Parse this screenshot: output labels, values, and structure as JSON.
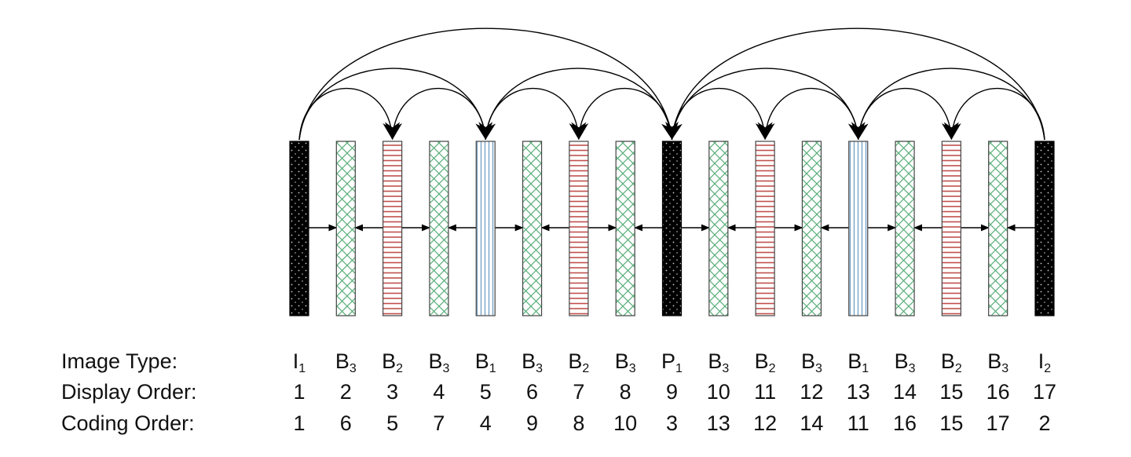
{
  "rows": {
    "image_type_label": "Image Type:",
    "display_order_label": "Display Order:",
    "coding_order_label": "Coding Order:"
  },
  "frames": [
    {
      "type": "I",
      "sub": "1",
      "display": "1",
      "coding": "1",
      "kind": "anchor"
    },
    {
      "type": "B",
      "sub": "3",
      "display": "2",
      "coding": "6",
      "kind": "b3"
    },
    {
      "type": "B",
      "sub": "2",
      "display": "3",
      "coding": "5",
      "kind": "b2"
    },
    {
      "type": "B",
      "sub": "3",
      "display": "4",
      "coding": "7",
      "kind": "b3"
    },
    {
      "type": "B",
      "sub": "1",
      "display": "5",
      "coding": "4",
      "kind": "b1"
    },
    {
      "type": "B",
      "sub": "3",
      "display": "6",
      "coding": "9",
      "kind": "b3"
    },
    {
      "type": "B",
      "sub": "2",
      "display": "7",
      "coding": "8",
      "kind": "b2"
    },
    {
      "type": "B",
      "sub": "3",
      "display": "8",
      "coding": "10",
      "kind": "b3"
    },
    {
      "type": "P",
      "sub": "1",
      "display": "9",
      "coding": "3",
      "kind": "anchor"
    },
    {
      "type": "B",
      "sub": "3",
      "display": "10",
      "coding": "13",
      "kind": "b3"
    },
    {
      "type": "B",
      "sub": "2",
      "display": "11",
      "coding": "12",
      "kind": "b2"
    },
    {
      "type": "B",
      "sub": "3",
      "display": "12",
      "coding": "14",
      "kind": "b3"
    },
    {
      "type": "B",
      "sub": "1",
      "display": "13",
      "coding": "11",
      "kind": "b1"
    },
    {
      "type": "B",
      "sub": "3",
      "display": "14",
      "coding": "16",
      "kind": "b3"
    },
    {
      "type": "B",
      "sub": "2",
      "display": "15",
      "coding": "15",
      "kind": "b2"
    },
    {
      "type": "B",
      "sub": "3",
      "display": "16",
      "coding": "17",
      "kind": "b3"
    },
    {
      "type": "I",
      "sub": "2",
      "display": "17",
      "coding": "2",
      "kind": "anchor"
    }
  ],
  "references": [
    {
      "from": 0,
      "to": 8
    },
    {
      "from": 0,
      "to": 4
    },
    {
      "from": 0,
      "to": 2
    },
    {
      "from": 4,
      "to": 2
    },
    {
      "from": 4,
      "to": 6
    },
    {
      "from": 8,
      "to": 6
    },
    {
      "from": 8,
      "to": 4
    },
    {
      "from": 16,
      "to": 8
    },
    {
      "from": 8,
      "to": 12
    },
    {
      "from": 8,
      "to": 10
    },
    {
      "from": 12,
      "to": 10
    },
    {
      "from": 12,
      "to": 14
    },
    {
      "from": 16,
      "to": 14
    },
    {
      "from": 16,
      "to": 12
    }
  ],
  "colors": {
    "anchor": "#000000",
    "b1_stripes": "#7aa4c8",
    "b2_stripes": "#c0504d",
    "b3_hatch": "#5aaf7a",
    "frame_border": "#333333",
    "arrow": "#000000"
  }
}
